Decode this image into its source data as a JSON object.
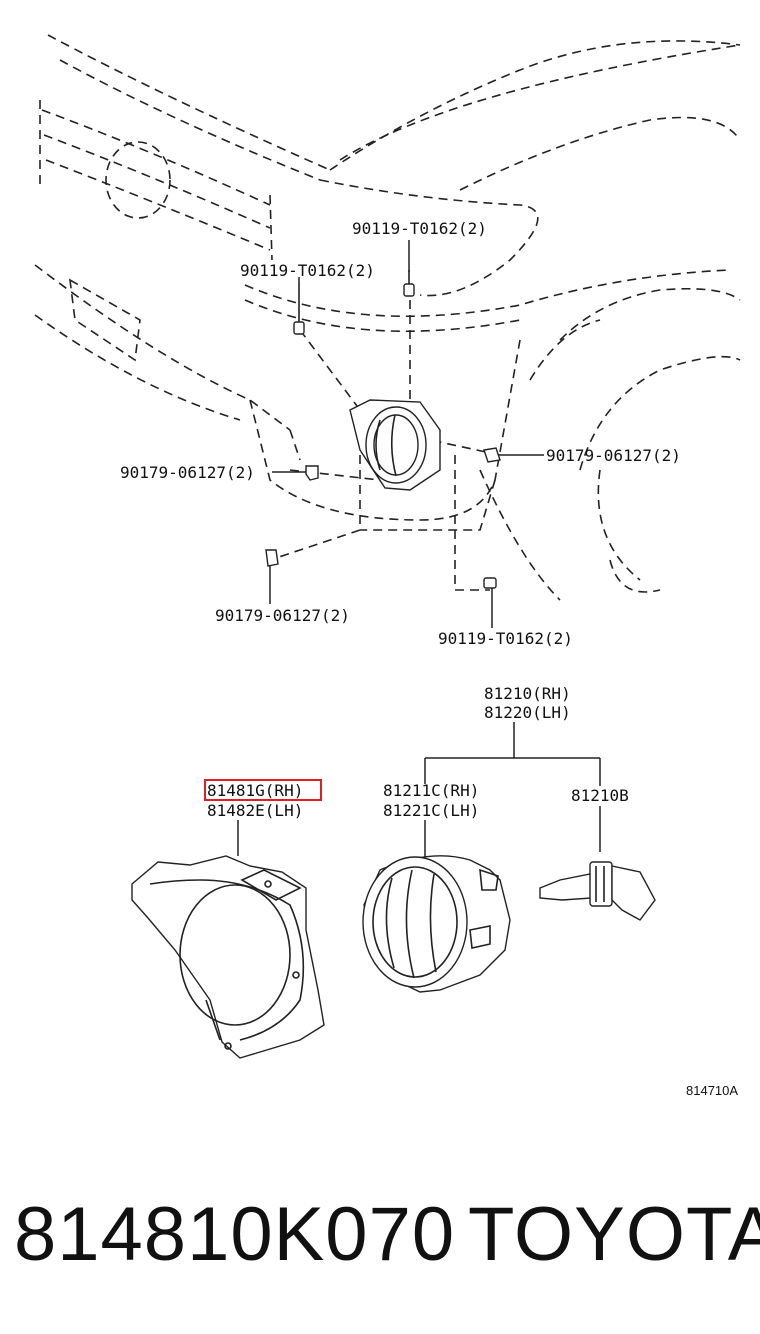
{
  "callouts": {
    "bolt_top": "90119-T0162(2)",
    "bolt_left": "90119-T0162(2)",
    "clip_left": "90179-06127(2)",
    "clip_right": "90179-06127(2)",
    "clip_bottom": "90179-06127(2)",
    "bolt_bottom": "90119-T0162(2)",
    "assembly_rh": "81210(RH)",
    "assembly_lh": "81220(LH)",
    "bracket_rh": "81481G(RH)",
    "bracket_lh": "81482E(LH)",
    "lamp_rh": "81211C(RH)",
    "lamp_lh": "81221C(LH)",
    "bulb": "81210B"
  },
  "diagram_id": "814710A",
  "footer": {
    "part_number": "814810K070",
    "brand": "TOYOTA"
  },
  "highlight_color": "#e02020"
}
